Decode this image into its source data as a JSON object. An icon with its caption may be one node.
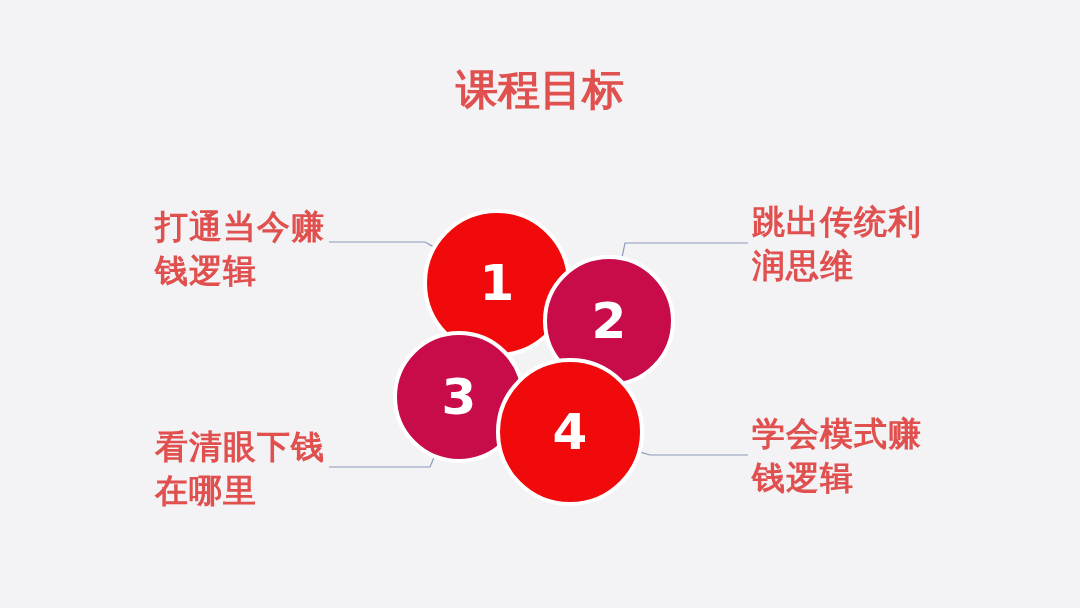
{
  "diagram": {
    "title": "课程目标",
    "nodes": [
      {
        "text": [
          "打通当今赚钱逻辑"
        ]
      },
      {
        "text": [
          "跳出传统利润思维"
        ]
      },
      {
        "text": [
          "1"
        ]
      },
      {
        "text": [
          "2"
        ]
      },
      {
        "text": [
          "3"
        ]
      },
      {
        "text": [
          "4"
        ]
      },
      {
        "text": [
          "看清眼下钱在哪里"
        ]
      },
      {
        "text": [
          "学会模式赚钱逻辑"
        ]
      }
    ],
    "edges": [
      {
        "from": 0,
        "to": 2,
        "arrow": "none"
      },
      {
        "from": 1,
        "to": 3,
        "arrow": "none"
      },
      {
        "from": 6,
        "to": 4,
        "arrow": "none"
      },
      {
        "from": 7,
        "to": 5,
        "arrow": "none"
      }
    ]
  }
}
